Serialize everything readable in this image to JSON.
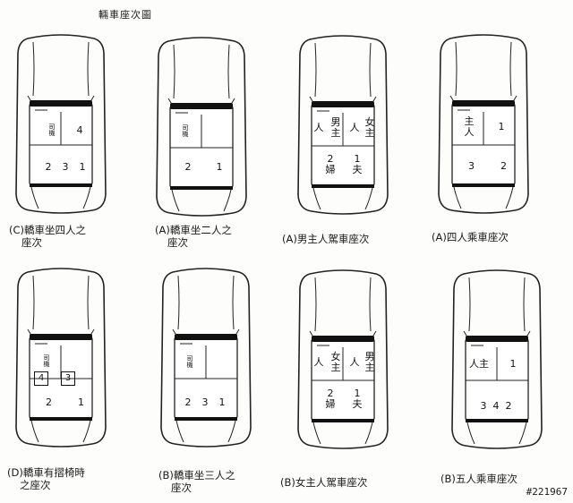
{
  "page_title": "輛車座次圖",
  "catalog_number": "#221967",
  "diagrams": [
    {
      "id": "c4",
      "caption": [
        "(C)轎車坐四人之",
        "座次"
      ],
      "seats": [
        {
          "label": "司\n機",
          "small": true
        },
        {
          "label": "4"
        },
        {
          "label": "2"
        },
        {
          "label": "3"
        },
        {
          "label": "1"
        }
      ]
    },
    {
      "id": "a2",
      "caption": [
        "(A)轎車坐二人之",
        "座次"
      ],
      "seats": [
        {
          "label": "司\n機",
          "small": true
        },
        {
          "label": "2"
        },
        {
          "label": "1"
        }
      ]
    },
    {
      "id": "male-host",
      "caption": [
        "(A)男主人駕車座次"
      ],
      "seats": [
        {
          "label": "人"
        },
        {
          "label": "男\n主"
        },
        {
          "label": "人"
        },
        {
          "label": "女\n主"
        },
        {
          "label": "2\n婦"
        },
        {
          "label": "1\n夫"
        }
      ]
    },
    {
      "id": "a4",
      "caption": [
        "(A)四人乘車座次"
      ],
      "seats": [
        {
          "label": "主\n人"
        },
        {
          "label": "1"
        },
        {
          "label": "3"
        },
        {
          "label": "2"
        }
      ]
    },
    {
      "id": "fold",
      "caption": [
        "(D)轎車有摺椅時",
        "之座次"
      ],
      "seats": [
        {
          "label": "司\n機",
          "small": true
        },
        {
          "label": "4",
          "boxed": true
        },
        {
          "label": "3",
          "boxed": true
        },
        {
          "label": "2"
        },
        {
          "label": "1"
        }
      ]
    },
    {
      "id": "b3",
      "caption": [
        "(B)轎車坐三人之",
        "座次"
      ],
      "seats": [
        {
          "label": "司\n機",
          "small": true
        },
        {
          "label": "2"
        },
        {
          "label": "3"
        },
        {
          "label": "1"
        }
      ]
    },
    {
      "id": "female-host",
      "caption": [
        "(B)女主人駕車座次"
      ],
      "seats": [
        {
          "label": "人"
        },
        {
          "label": "女\n主"
        },
        {
          "label": "人"
        },
        {
          "label": "男\n主"
        },
        {
          "label": "2\n婦"
        },
        {
          "label": "1\n夫"
        }
      ]
    },
    {
      "id": "b5",
      "caption": [
        "(B)五人乘車座次"
      ],
      "seats": [
        {
          "label": "人主"
        },
        {
          "label": "1"
        },
        {
          "label": "3"
        },
        {
          "label": "4"
        },
        {
          "label": "2"
        }
      ]
    }
  ]
}
